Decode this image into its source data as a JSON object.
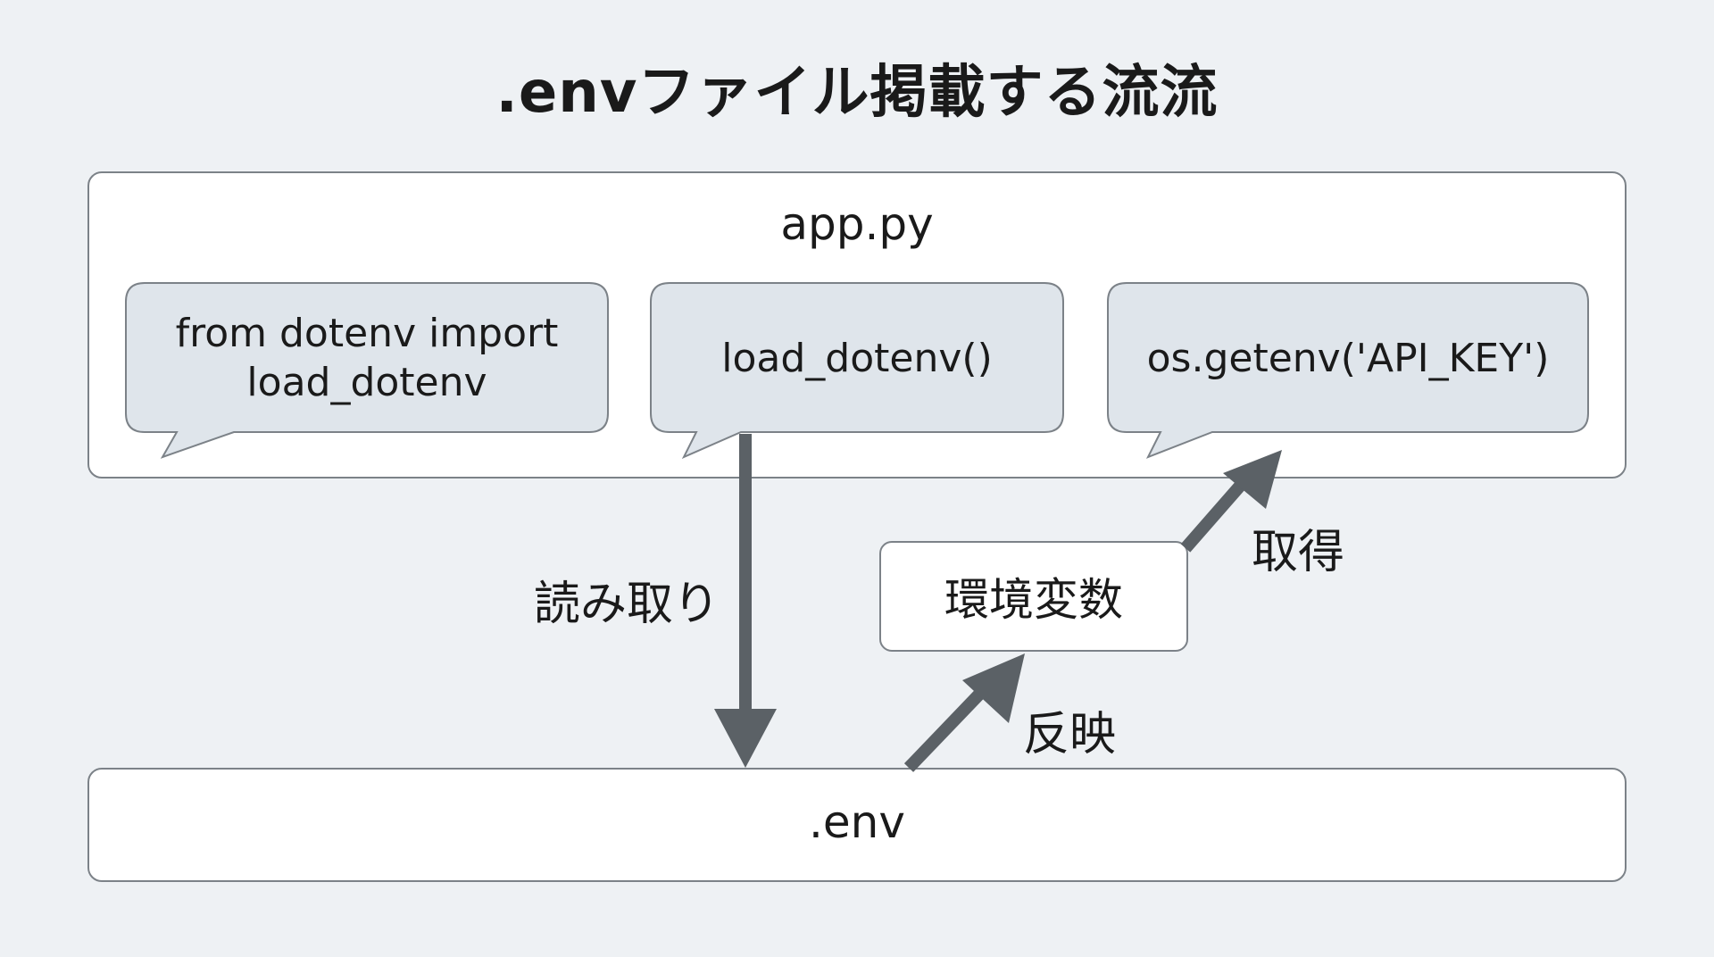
{
  "title": ".envファイル掲載する流流",
  "app_panel": {
    "label": "app.py",
    "bubbles": [
      {
        "line1": "from dotenv import",
        "line2": "load_dotenv"
      },
      {
        "line1": "load_dotenv()"
      },
      {
        "line1": "os.getenv('API_KEY')"
      }
    ]
  },
  "env_panel": {
    "label": ".env"
  },
  "env_var_box": {
    "label": "環境変数"
  },
  "arrows": [
    {
      "from": "load_dotenv()",
      "to": ".env",
      "label": "読み取り"
    },
    {
      "from": ".env",
      "to": "環境変数",
      "label": "反映"
    },
    {
      "from": "環境変数",
      "to": "os.getenv('API_KEY')",
      "label": "取得"
    }
  ],
  "colors": {
    "background": "#eef1f4",
    "bubble_fill": "#dfe5eb",
    "border": "#7c8288",
    "arrow": "#5b6166"
  }
}
